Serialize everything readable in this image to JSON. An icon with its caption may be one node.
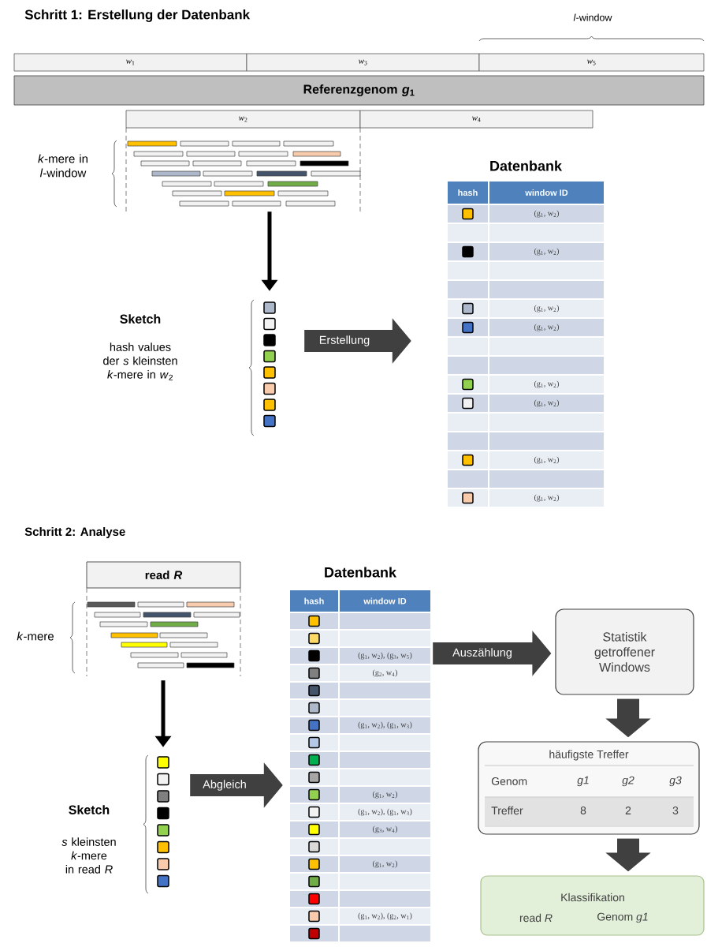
{
  "diagram": {
    "nodes": [
      {
        "text": [
          "*w*$_{1}$"
        ]
      },
      {
        "text": [
          "*w*$_{3}$"
        ]
      },
      {
        "text": [
          "*w*$_{5}$"
        ]
      },
      {
        "text": [
          "Referenzgenom *g*$_{1}$"
        ]
      },
      {
        "text": [
          "*w*$_{2}$"
        ]
      },
      {
        "text": [
          "*w*$_{4}$"
        ]
      },
      {
        "text": [],
        "shape": "bar",
        "beside": [
          "*k*-mere in *l*-window"
        ]
      },
      {
        "text": [],
        "shape": "box",
        "beside": [
          "Sketch",
          "hash values der *s* kleinsten *k*-mere in *w*$_{2}$"
        ]
      },
      {
        "text": [
          "Datenbank",
          "hash",
          "window ID",
          "(g$_{1}$, w$_{2}$)",
          "(g$_{1}$, w$_{2}$)",
          "(g$_{1}$, w$_{2}$)",
          "(g$_{1}$, w$_{2}$)",
          "(g$_{1}$, w$_{2}$)",
          "(g$_{1}$, w$_{2}$)",
          "(g$_{1}$, w$_{2}$)",
          "(g$_{1}$, w$_{2}$)"
        ]
      },
      {
        "text": [
          "read *R*"
        ]
      },
      {
        "text": [],
        "shape": "bar",
        "beside": [
          "*k*-mere"
        ]
      },
      {
        "text": [],
        "shape": "box",
        "beside": [
          "Sketch",
          "*s* kleinsten *k*-mere in read *R*"
        ]
      },
      {
        "text": [
          "Datenbank",
          "hash",
          "window ID",
          "(g$_{1}$, w$_{2}$), (g$_{3}$, w$_{5}$)",
          "(g$_{2}$, w$_{4}$)",
          "(g$_{1}$, w$_{2}$), (g$_{1}$, w$_{3}$)",
          "(g$_{1}$, w$_{2}$)",
          "(g$_{1}$, w$_{2}$), (g$_{1}$, w$_{3}$)",
          "(g$_{3}$, w$_{4}$)",
          "(g$_{1}$, w$_{2}$)",
          "(g$_{1}$, w$_{2}$), (g$_{2}$, w$_{1}$)"
        ]
      },
      {
        "text": [
          "Statistik getroffener Windows"
        ]
      },
      {
        "text": [
          "häufigste Treffer",
          "Genom",
          "g1",
          "g2",
          "g3",
          "Treffer",
          "8",
          "2",
          "3"
        ]
      },
      {
        "text": [
          "Klassifikation",
          "read *R*",
          "Genom *g1*"
        ]
      }
    ],
    "edges": [
      {
        "from": 6,
        "to": 7,
        "arrow": "to",
        "color": "#000000"
      },
      {
        "from": 7,
        "to": 8,
        "arrow": "to",
        "label": "Erstellung"
      },
      {
        "from": 10,
        "to": 11,
        "arrow": "to",
        "color": "#000000"
      },
      {
        "from": 11,
        "to": 12,
        "arrow": "to",
        "label": "Abgleich"
      },
      {
        "from": 12,
        "to": 13,
        "arrow": "to",
        "label": "Auszählung"
      },
      {
        "from": 13,
        "to": 14,
        "arrow": "to"
      },
      {
        "from": 14,
        "to": 15,
        "arrow": "to"
      }
    ],
    "labels": [
      "Schritt 1: Erstellung der Datenbank",
      "*l*-window",
      "Schritt 2: Analyse"
    ]
  }
}
